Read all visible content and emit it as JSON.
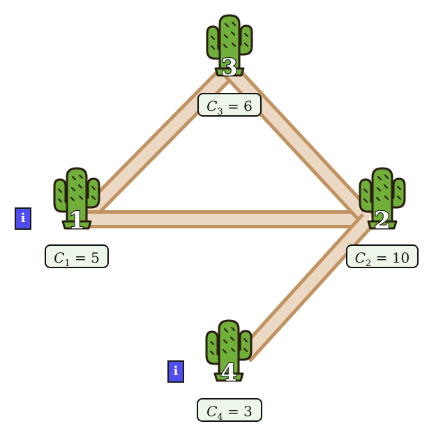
{
  "nodes": [
    {
      "id": "1",
      "label": "1",
      "cap_var": "C",
      "cap_sub": "1",
      "cap_value": "5"
    },
    {
      "id": "2",
      "label": "2",
      "cap_var": "C",
      "cap_sub": "2",
      "cap_value": "10"
    },
    {
      "id": "3",
      "label": "3",
      "cap_var": "C",
      "cap_sub": "3",
      "cap_value": "6"
    },
    {
      "id": "4",
      "label": "4",
      "cap_var": "C",
      "cap_sub": "4",
      "cap_value": "3"
    }
  ],
  "edges": [
    {
      "from": "1",
      "to": "3"
    },
    {
      "from": "1",
      "to": "2"
    },
    {
      "from": "3",
      "to": "2"
    },
    {
      "from": "2",
      "to": "4"
    }
  ],
  "info_buttons": [
    {
      "node": "1",
      "label": "i"
    },
    {
      "node": "4",
      "label": "i"
    }
  ],
  "icons": {
    "node": "cactus-icon",
    "info": "info-icon"
  },
  "colors": {
    "edge_outer": "#c19262",
    "edge_inner": "#ecd9c3",
    "cactus_fill": "#6faf3a",
    "cactus_outline": "#2a1d10",
    "label_bg": "#ecf7ea",
    "info_bg": "#4f4cf0"
  }
}
